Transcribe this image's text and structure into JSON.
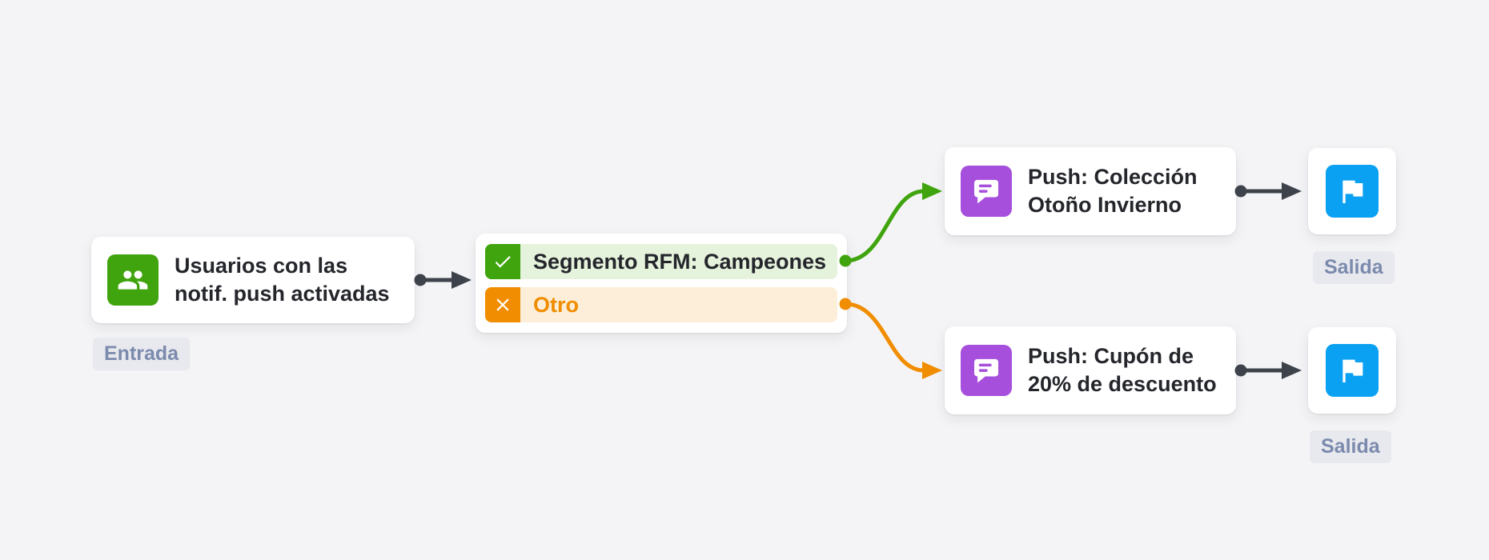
{
  "colors": {
    "canvas-bg": "#f4f4f6",
    "green": "#3FA40D",
    "green-soft": "#E6F3DC",
    "orange": "#F18D00",
    "orange-soft": "#FCEED8",
    "purple": "#A64FDC",
    "blue": "#0AA1F2",
    "edge-dark": "#3E434B",
    "text-dark": "#24262B",
    "badge-bg": "#E8E9EE",
    "badge-text": "#7B8AAD"
  },
  "nodes": {
    "entry": {
      "title": "Usuarios con las notif. push activadas",
      "badge": "Entrada",
      "icon": "users-icon"
    },
    "condition": {
      "branches": [
        {
          "label": "Segmento RFM: Campeones",
          "icon": "check-icon"
        },
        {
          "label": "Otro",
          "icon": "close-icon"
        }
      ]
    },
    "push_top": {
      "title": "Push: Colección Otoño Invierno",
      "icon": "chat-message-icon"
    },
    "push_bottom": {
      "title": "Push: Cupón de 20% de descuento",
      "icon": "chat-message-icon"
    },
    "exit_top": {
      "badge": "Salida",
      "icon": "flag-icon"
    },
    "exit_bottom": {
      "badge": "Salida",
      "icon": "flag-icon"
    }
  },
  "edges": [
    {
      "from": "entry",
      "to": "condition",
      "color": "edge-dark"
    },
    {
      "from": "condition.match",
      "to": "push_top",
      "color": "green"
    },
    {
      "from": "condition.else",
      "to": "push_bottom",
      "color": "orange"
    },
    {
      "from": "push_top",
      "to": "exit_top",
      "color": "edge-dark"
    },
    {
      "from": "push_bottom",
      "to": "exit_bottom",
      "color": "edge-dark"
    }
  ]
}
